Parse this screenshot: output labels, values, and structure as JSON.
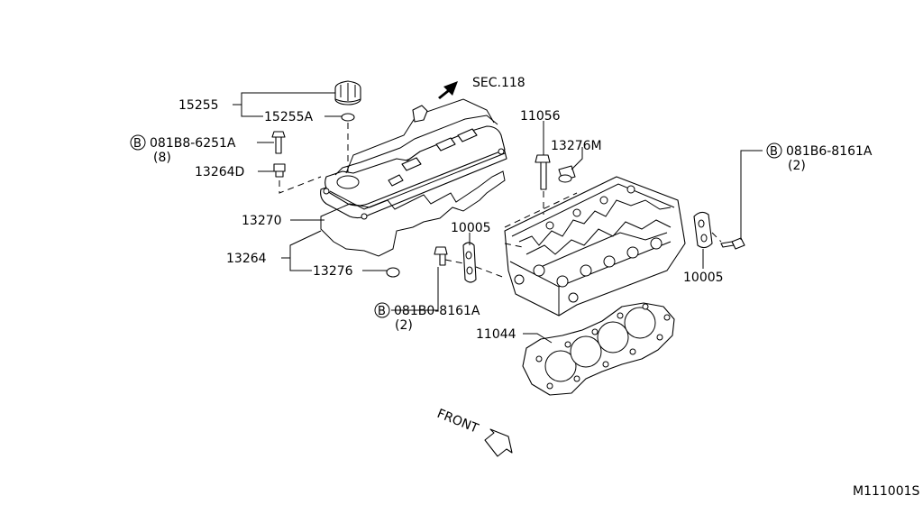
{
  "diagram": {
    "reference": "SEC.118",
    "direction_label": "FRONT",
    "drawing_number": "M111001S",
    "bolt_symbol": "B",
    "parts": {
      "p15255": "15255",
      "p15255a": "15255A",
      "bolt_a": "081B8-6251A",
      "bolt_a_qty": "(8)",
      "p13264d": "13264D",
      "p13270": "13270",
      "p13264": "13264",
      "p13276": "13276",
      "p11056": "11056",
      "p13276m": "13276M",
      "p10005_left": "10005",
      "p10005_right": "10005",
      "bolt_b": "081B0-8161A",
      "bolt_b_qty": "(2)",
      "bolt_c": "081B6-8161A",
      "bolt_c_qty": "(2)",
      "p11044": "11044"
    }
  }
}
